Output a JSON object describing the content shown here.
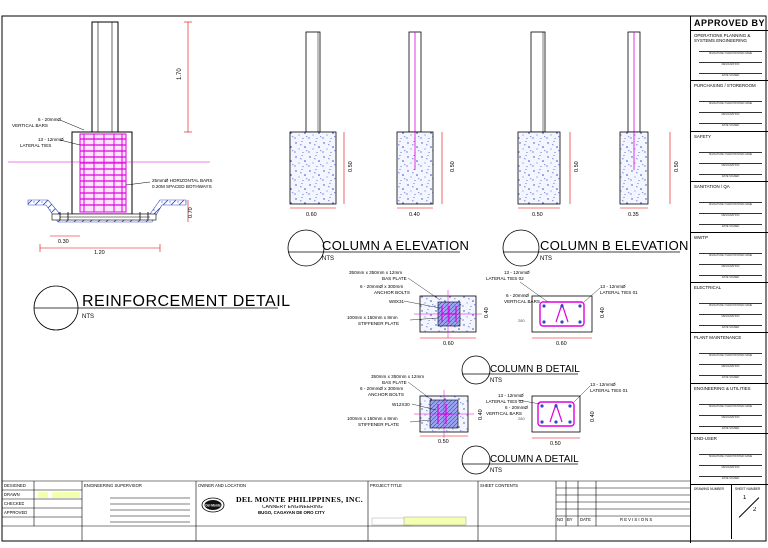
{
  "drawing": {
    "col_a_elev_title": "COLUMN A ELEVATION",
    "col_b_elev_title": "COLUMN B ELEVATION",
    "reinf_title": "REINFORCEMENT DETAIL",
    "col_b_detail_title": "COLUMN B DETAIL",
    "col_a_detail_title": "COLUMN A DETAIL",
    "nts": "NTS",
    "dim_height": "1.70",
    "dim_base_width": "1.20",
    "dim_pad": "0.30",
    "dim_depth": "0.70",
    "dim_050": "0.50",
    "dim_060": "0.60",
    "dim_040": "0.40",
    "dim_035": "0.35",
    "vertical_bars_label": [
      "6 - 20mmØ",
      "VERTICAL BARS"
    ],
    "lateral_ties_label": [
      "13 - 12mmØ",
      "LATERAL TIES"
    ],
    "horizontal_bars_label": [
      "25mmØ HORIZONTAL BARS",
      "0.20M SPACED BOTHWAYS"
    ],
    "base_plate_label": [
      "350mm x 350mm x 12mm",
      "BAS PLATE"
    ],
    "anchor_bolts_label": [
      "6 - 20mmØ x 300mm",
      "ANCHOR BOLTS"
    ],
    "w8_label": "W8X31",
    "w12_label": "W12X30",
    "stiffener_label": [
      "100mm x 150mm x 8mm",
      "STIFFENER PLATE"
    ],
    "b_lateral_02": [
      "13 - 12mmØ",
      "LATERAL TIES 02"
    ],
    "b_lateral_01": [
      "13 - 12mmØ",
      "LATERAL TIES 01"
    ],
    "b_vertical_bars": [
      "6 - 20mmØ",
      "VERTICAL BARS"
    ],
    "a_lateral_02": [
      "13 - 12mmØ",
      "LATERAL TIES 02"
    ],
    "a_lateral_01": [
      "13 - 12mmØ",
      "LATERAL TIES 01"
    ],
    "a_vertical_bars": [
      "6 - 20mmØ",
      "VERTICAL BARS"
    ]
  },
  "approval": {
    "heading": "APPROVED BY",
    "signature_caption": "SIGNATURE OVER PRINTED NAME",
    "designation_caption": "DESIGNATION",
    "date_caption": "DATE SIGNED",
    "sections": [
      "OPERATIONS PLANNING & SYSTEMS ENGINEERING",
      "PURCHASING / STOREROOM",
      "SAFETY",
      "SANITATION / QA",
      "WWTP",
      "ELECTRICAL",
      "PLANT MAINTENANCE",
      "ENGINEERING & UTILITIES",
      "END-USER"
    ],
    "drawing_number_label": "DRAWING NUMBER",
    "sheet_number_label": "SHEET NUMBER",
    "sheet_value_top": "1",
    "sheet_value_bottom": "2"
  },
  "title_block": {
    "designed": "DESIGNED",
    "drawn": "DRAWN",
    "checked": "CHECKED",
    "approved": "APPROVED",
    "eng_supervisor": "ENGINEERING SUPERVISOR",
    "owner_location": "OWNER AND LOCATION",
    "company": "DEL MONTE PHILIPPINES, INC.",
    "department": "CANNERY ENGINEERING",
    "address": "BUGO, CAGAYAN DE ORO CITY",
    "logo_text": "Del Monte",
    "project_title": "PROJECT TITLE",
    "sheet_contents": "SHEET CONTENTS",
    "revisions": "R E V I S I O N S",
    "no": "NO",
    "by": "BY",
    "date": "DATE"
  }
}
